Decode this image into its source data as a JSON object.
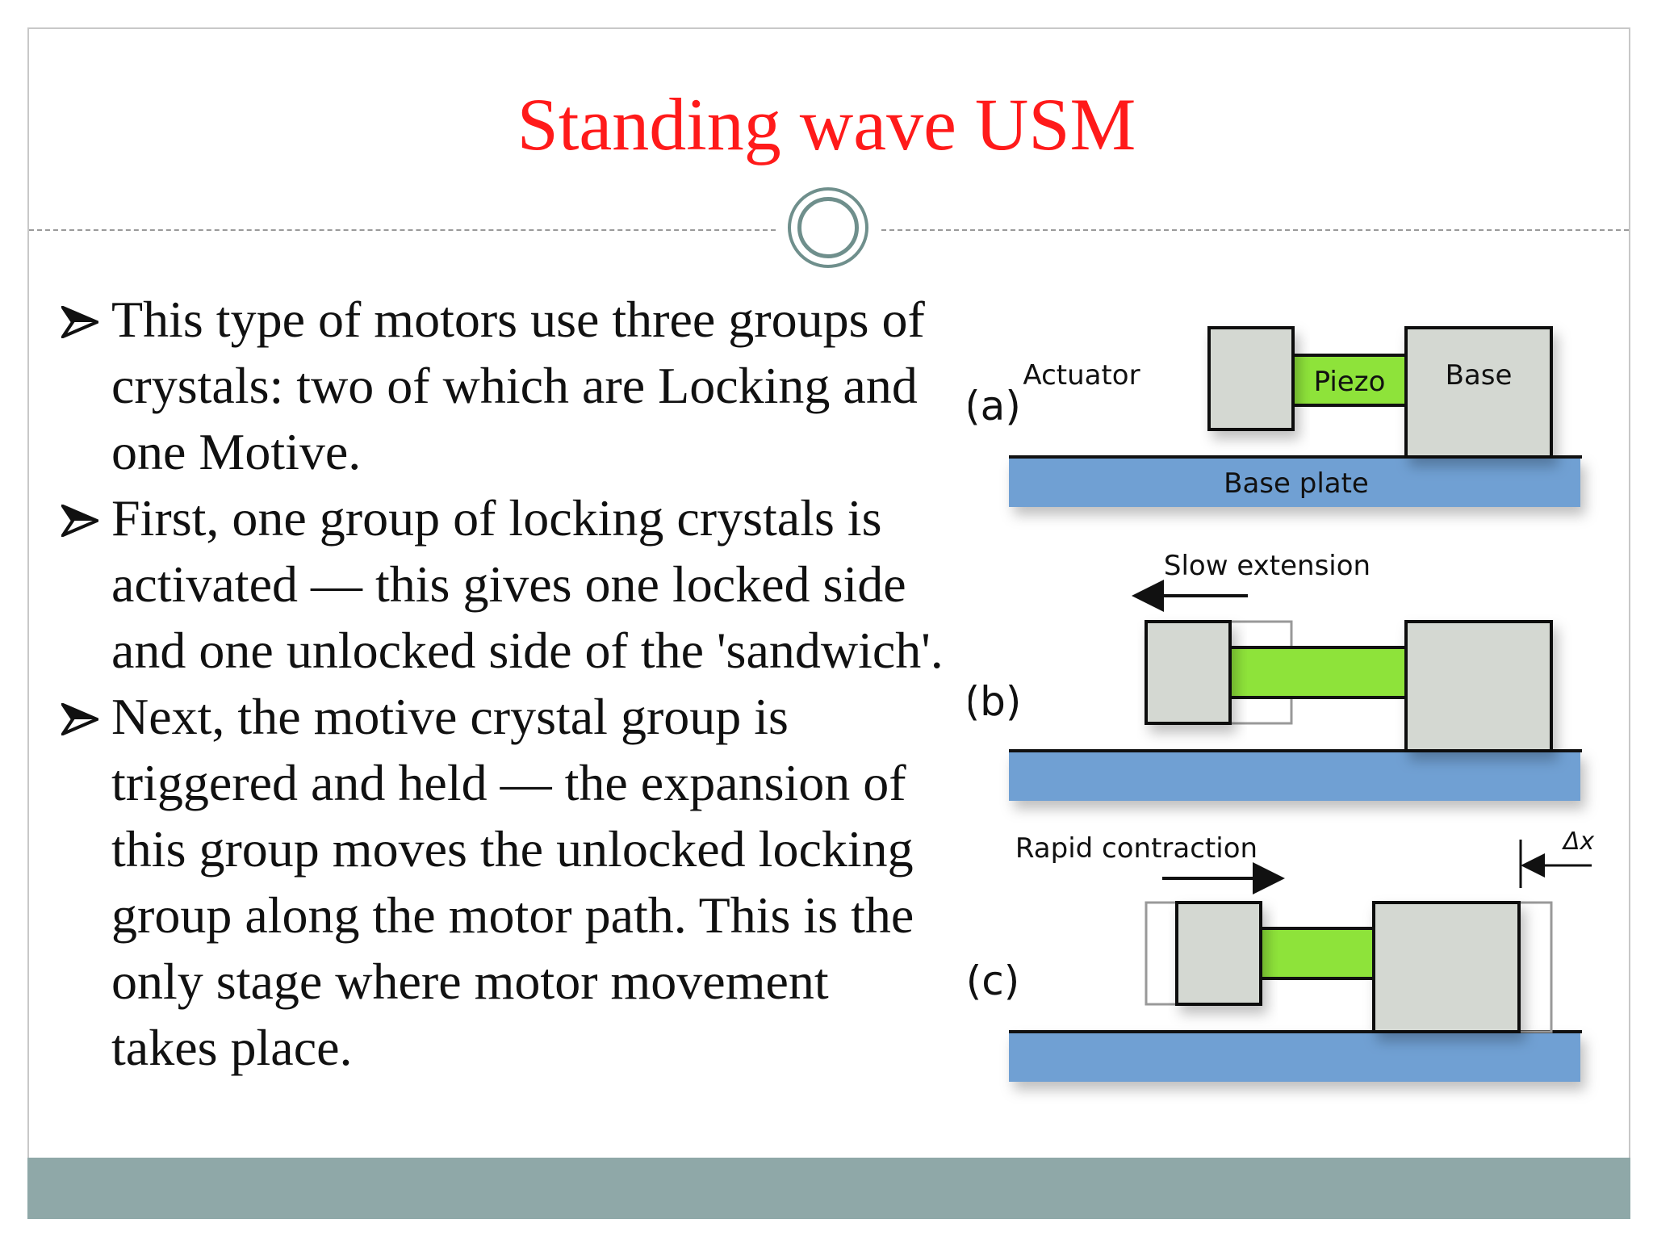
{
  "slide": {
    "title": "Standing wave USM",
    "bullets": [
      "This type of motors use three groups of crystals: two of which are Locking and one Motive.",
      "First, one group of locking crystals is activated — this gives one locked side and one unlocked side of the 'sandwich'.",
      "Next, the motive crystal group is triggered and held — the expansion of this group moves the unlocked locking group along the motor path. This is the only stage where motor movement takes place."
    ]
  },
  "diagram": {
    "panel_a": {
      "label": "(a)",
      "actuator": "Actuator",
      "piezo": "Piezo",
      "base": "Base",
      "base_plate": "Base plate"
    },
    "panel_b": {
      "label": "(b)",
      "caption": "Slow extension"
    },
    "panel_c": {
      "label": "(c)",
      "caption": "Rapid contraction",
      "delta": "Δx"
    }
  },
  "colors": {
    "title": "#ff1a1a",
    "piezo": "#8ee33a",
    "block": "#d4d8d2",
    "base_plate": "#6fa0d3",
    "footer": "#8fa8a8",
    "ornament": "#6f8f8c"
  }
}
